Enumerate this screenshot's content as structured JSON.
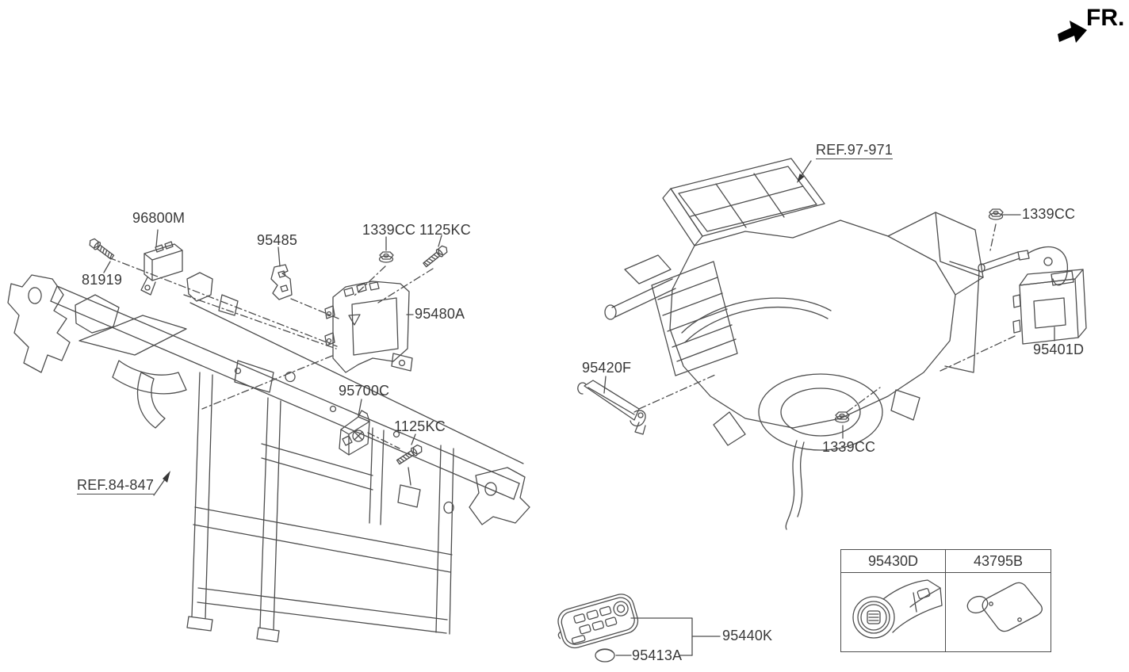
{
  "direction": {
    "label": "FR."
  },
  "colors": {
    "line": "#4d4d4d",
    "text": "#383838",
    "background": "#ffffff"
  },
  "callouts": {
    "p96800M": "96800M",
    "p81919": "81919",
    "p95485": "95485",
    "p1339CC_a": "1339CC",
    "p1125KC_a": "1125KC",
    "p95480A": "95480A",
    "p95700C": "95700C",
    "p1125KC_b": "1125KC",
    "ref84": "REF.84-847",
    "ref97": "REF.97-971",
    "p1339CC_b": "1339CC",
    "p95401D": "95401D",
    "p95420F": "95420F",
    "p1339CC_c": "1339CC",
    "p95440K": "95440K",
    "p95413A": "95413A"
  },
  "reference_table": {
    "columns": [
      {
        "part_no": "95430D",
        "icon": "engine-start-button"
      },
      {
        "part_no": "43795B",
        "icon": "key-tag-card"
      }
    ]
  }
}
